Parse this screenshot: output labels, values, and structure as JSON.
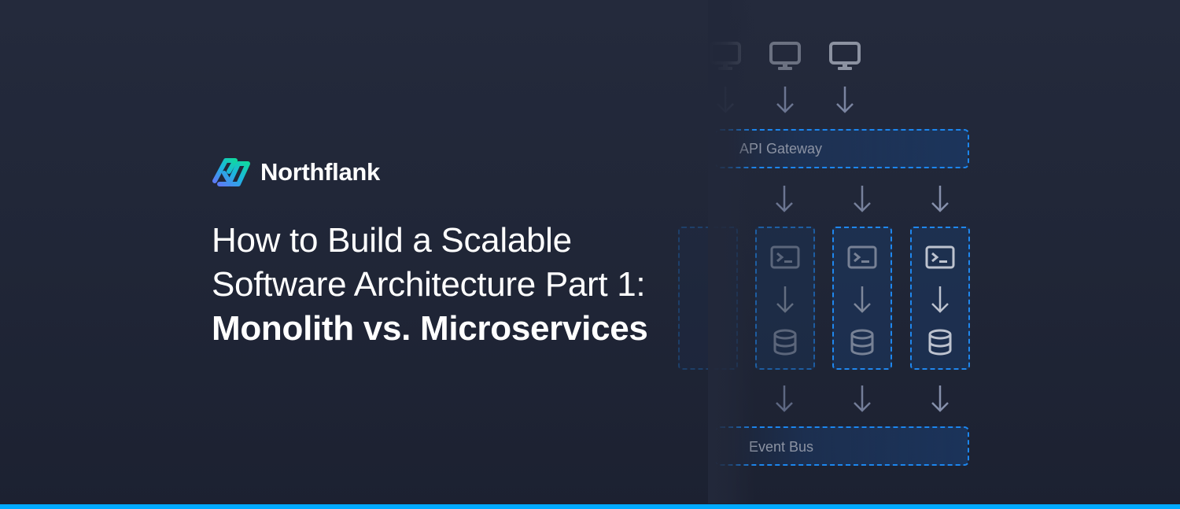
{
  "brand": {
    "name": "Northflank",
    "logo_icon": "northflank-logo-icon",
    "logo_gradient": [
      "#5b7cf5",
      "#1cb5e0",
      "#10d7a0"
    ]
  },
  "headline": {
    "line1": "How to Build a Scalable",
    "line2": "Software Architecture Part 1:",
    "line3": "Monolith vs. Microservices"
  },
  "diagram": {
    "clients": [
      {
        "icon": "monitor-icon",
        "opacity": 0.25
      },
      {
        "icon": "monitor-icon",
        "opacity": 0.55
      },
      {
        "icon": "monitor-icon",
        "opacity": 0.8
      }
    ],
    "gateway_label": "API Gateway",
    "services": [
      {
        "icon_top": "terminal-icon",
        "icon_bottom": "database-icon",
        "opacity": 0.2
      },
      {
        "icon_top": "terminal-icon",
        "icon_bottom": "database-icon",
        "opacity": 0.45
      },
      {
        "icon_top": "terminal-icon",
        "icon_bottom": "database-icon",
        "opacity": 0.65
      },
      {
        "icon_top": "terminal-icon",
        "icon_bottom": "database-icon",
        "opacity": 0.9
      }
    ],
    "event_bus_label": "Event Bus"
  },
  "colors": {
    "background_top": "#242a3c",
    "background_bottom": "#1c2131",
    "dash_border": "#1f87ee",
    "accent_bar": "#00aaff",
    "icon_gray": "#a7adbb",
    "arrow_gray": "#6b7591"
  }
}
